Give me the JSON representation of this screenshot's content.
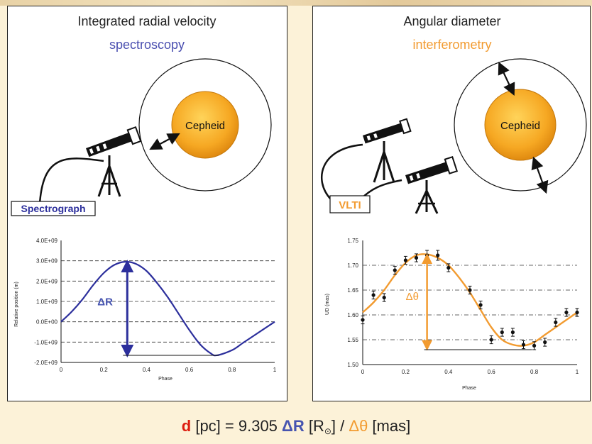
{
  "left_panel": {
    "title_line1": "Integrated radial velocity",
    "title_line2": "spectroscopy",
    "title_line2_color": "#4a4fb0",
    "star_label": "Cepheid",
    "instrument_label": "Spectrograph",
    "delta_label": "ΔR",
    "icons": [
      "star-disk-icon",
      "telescope-icon",
      "double-arrow-icon"
    ]
  },
  "right_panel": {
    "title_line1": "Angular diameter",
    "title_line2": "interferometry",
    "title_line2_color": "#f29b30",
    "star_label": "Cepheid",
    "instrument_label": "VLTI",
    "delta_label": "Δθ",
    "icons": [
      "star-disk-icon",
      "telescope-icon",
      "double-arrow-icon"
    ]
  },
  "chart_data": [
    {
      "type": "line",
      "title": "",
      "xlabel": "Phase",
      "ylabel": "Relative position (m)",
      "xlim": [
        0,
        1
      ],
      "ylim": [
        -2000000000,
        4000000000
      ],
      "x_ticks": [
        "0",
        "0.2",
        "0.4",
        "0.6",
        "0.8",
        "1"
      ],
      "y_ticks": [
        "4.0E+09",
        "3.0E+09",
        "2.0E+09",
        "1.0E+09",
        "0.0E+00",
        "-1.0E+09",
        "-2.0E+09"
      ],
      "grid": "horizontal dashed",
      "series": [
        {
          "color": "#2c2f9c",
          "x": [
            0,
            0.05,
            0.1,
            0.15,
            0.2,
            0.25,
            0.3,
            0.35,
            0.4,
            0.45,
            0.5,
            0.55,
            0.6,
            0.65,
            0.7,
            0.73,
            0.8,
            0.85,
            0.9,
            0.95,
            1.0
          ],
          "y": [
            0.0,
            500000000.0,
            1100000000.0,
            1800000000.0,
            2400000000.0,
            2800000000.0,
            2950000000.0,
            2850000000.0,
            2500000000.0,
            1900000000.0,
            1200000000.0,
            400000000.0,
            -400000000.0,
            -1100000000.0,
            -1550000000.0,
            -1650000000.0,
            -1400000000.0,
            -1050000000.0,
            -700000000.0,
            -350000000.0,
            0.0
          ]
        }
      ],
      "annotation": {
        "label": "ΔR",
        "x": 0.31,
        "y_top": 2950000000.0,
        "y_bottom": -1650000000.0
      }
    },
    {
      "type": "scatter",
      "title": "",
      "xlabel": "Phase",
      "ylabel": "UD (mas)",
      "xlim": [
        0,
        1
      ],
      "ylim": [
        1.5,
        1.75
      ],
      "x_ticks": [
        "0",
        "0.2",
        "0.4",
        "0.6",
        "0.8",
        "1"
      ],
      "y_ticks": [
        "1.75",
        "1.70",
        "1.65",
        "1.60",
        "1.55",
        "1.50"
      ],
      "grid": "horizontal dashed",
      "series": [
        {
          "name": "",
          "color": "#222222",
          "x": [
            0.0,
            0.05,
            0.1,
            0.15,
            0.2,
            0.25,
            0.3,
            0.35,
            0.4,
            0.5,
            0.55,
            0.6,
            0.65,
            0.7,
            0.75,
            0.8,
            0.85,
            0.9,
            0.95,
            1.0
          ],
          "y": [
            1.59,
            1.64,
            1.635,
            1.69,
            1.71,
            1.715,
            1.72,
            1.72,
            1.695,
            1.65,
            1.62,
            1.55,
            1.565,
            1.565,
            1.54,
            1.538,
            1.545,
            1.585,
            1.605,
            1.605
          ],
          "err": [
            0.008,
            0.008,
            0.008,
            0.008,
            0.008,
            0.008,
            0.01,
            0.01,
            0.008,
            0.008,
            0.008,
            0.008,
            0.008,
            0.008,
            0.008,
            0.008,
            0.008,
            0.008,
            0.008,
            0.008
          ]
        },
        {
          "name": "",
          "color": "#f29b30",
          "fit": true,
          "x": [
            0.0,
            0.05,
            0.1,
            0.15,
            0.2,
            0.25,
            0.3,
            0.35,
            0.4,
            0.45,
            0.5,
            0.55,
            0.6,
            0.65,
            0.7,
            0.75,
            0.8,
            0.85,
            0.9,
            0.95,
            1.0
          ],
          "y": [
            1.605,
            1.625,
            1.65,
            1.68,
            1.705,
            1.72,
            1.722,
            1.715,
            1.7,
            1.675,
            1.645,
            1.61,
            1.575,
            1.55,
            1.54,
            1.538,
            1.545,
            1.56,
            1.575,
            1.59,
            1.605
          ]
        }
      ],
      "annotation": {
        "label": "Δθ",
        "x": 0.3,
        "y_top": 1.722,
        "y_bottom": 1.53
      }
    }
  ],
  "formula": {
    "d": "d",
    "pc": " [pc] = 9.305 ",
    "dR": "ΔR",
    "rsun_open": " [R",
    "sun_symbol": "⊙",
    "rsun_close": "] / ",
    "dtheta": "Δθ",
    "mas": " [mas]"
  }
}
